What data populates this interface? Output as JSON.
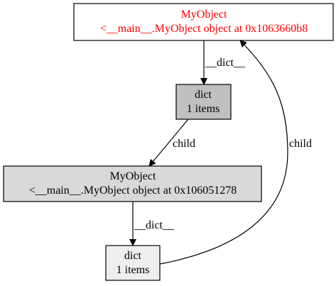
{
  "nodes": {
    "root_object": {
      "line1": "MyObject",
      "line2": "<__main__.MyObject object at 0x1063660b8",
      "text_color": "#ff0000",
      "fill": "#ffffff"
    },
    "root_dict": {
      "line1": "dict",
      "line2": "1 items",
      "text_color": "#000000",
      "fill": "#c0c0c0"
    },
    "child_object": {
      "line1": "MyObject",
      "line2": "<__main__.MyObject object at 0x106051278",
      "text_color": "#000000",
      "fill": "#d9d9d9"
    },
    "child_dict": {
      "line1": "dict",
      "line2": "1 items",
      "text_color": "#000000",
      "fill": "#eeeeee"
    }
  },
  "edges": {
    "root_object_to_root_dict": "__dict__",
    "root_dict_to_child_object": "child",
    "child_object_to_child_dict": "__dict__",
    "child_dict_to_root_object": "child"
  }
}
